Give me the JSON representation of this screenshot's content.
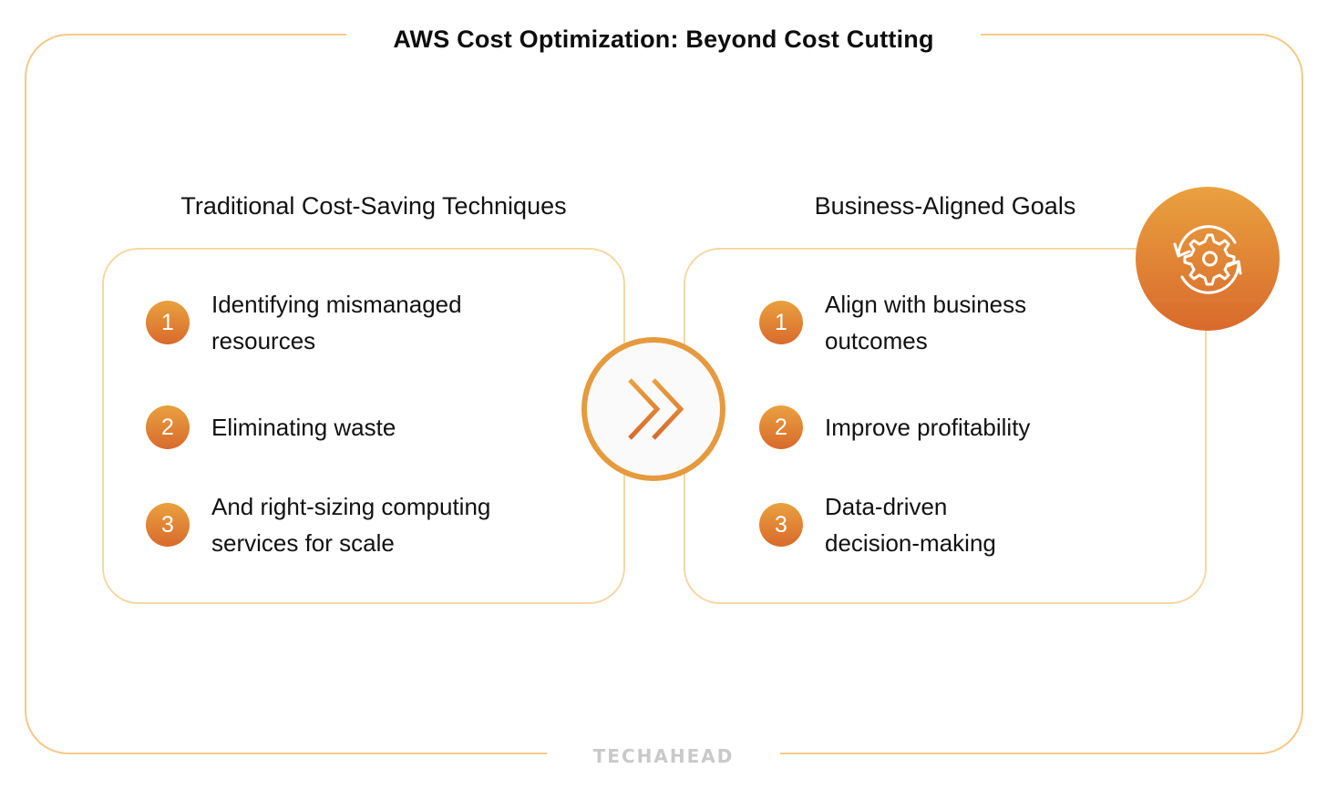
{
  "title": "AWS Cost Optimization: Beyond Cost Cutting",
  "brand": "TECHAHEAD",
  "colors": {
    "frame_border": "#f5c987",
    "panel_border": "#f5d7a3",
    "accent_top": "#e9a13f",
    "accent_bottom": "#d86a2c",
    "brand_text": "#c9c9c9"
  },
  "left": {
    "heading": "Traditional Cost-Saving Techniques",
    "items": [
      {
        "number": "1",
        "text": "Identifying mismanaged resources"
      },
      {
        "number": "2",
        "text": "Eliminating waste"
      },
      {
        "number": "3",
        "text": "And right-sizing computing services for scale"
      }
    ]
  },
  "center": {
    "icon": "double-chevron-right-icon"
  },
  "right": {
    "heading": "Business-Aligned Goals",
    "icon": "gear-refresh-icon",
    "items": [
      {
        "number": "1",
        "text": "Align with business outcomes"
      },
      {
        "number": "2",
        "text": "Improve profitability"
      },
      {
        "number": "3",
        "text": "Data-driven decision-making"
      }
    ]
  }
}
